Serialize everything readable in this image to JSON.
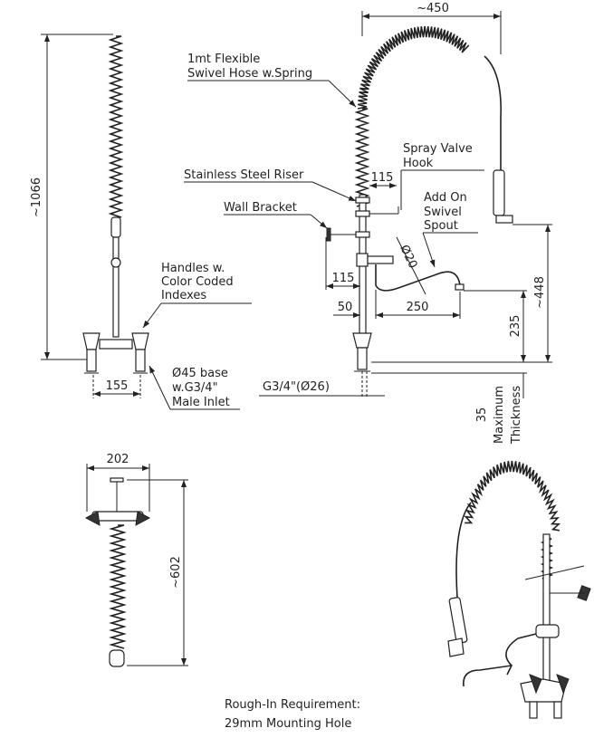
{
  "front_view": {
    "height_dim": "~1066",
    "handle_spacing_dim": "155",
    "handles_label": [
      "Handles w.",
      "Color Coded",
      "Indexes"
    ],
    "base_label": [
      "Ø45 base",
      "w.G3/4\"",
      "Male Inlet"
    ]
  },
  "side_view": {
    "reach_dim": "~450",
    "hose_label": [
      "1mt Flexible",
      "Swivel Hose w.Spring"
    ],
    "hook_label": [
      "Spray Valve",
      "Hook"
    ],
    "hook_dim": "115",
    "riser_label": "Stainless Steel Riser",
    "bracket_label": "Wall Bracket",
    "spout_label": [
      "Add On",
      "Swivel",
      "Spout"
    ],
    "spout_diameter": "Ø20",
    "bracket_dim": "115",
    "spout_offset_dim": "50",
    "spout_length_dim": "250",
    "spout_height_dim": "235",
    "valve_height_dim": "~448",
    "inlet_label": "G3/4\"(Ø26)",
    "thickness_label": [
      "35",
      "Maximum",
      "Thickness"
    ]
  },
  "top_view": {
    "width_dim": "202",
    "height_dim": "~602"
  },
  "note": {
    "lines": [
      "Rough-In Requirement:",
      "29mm Mounting Hole"
    ]
  }
}
